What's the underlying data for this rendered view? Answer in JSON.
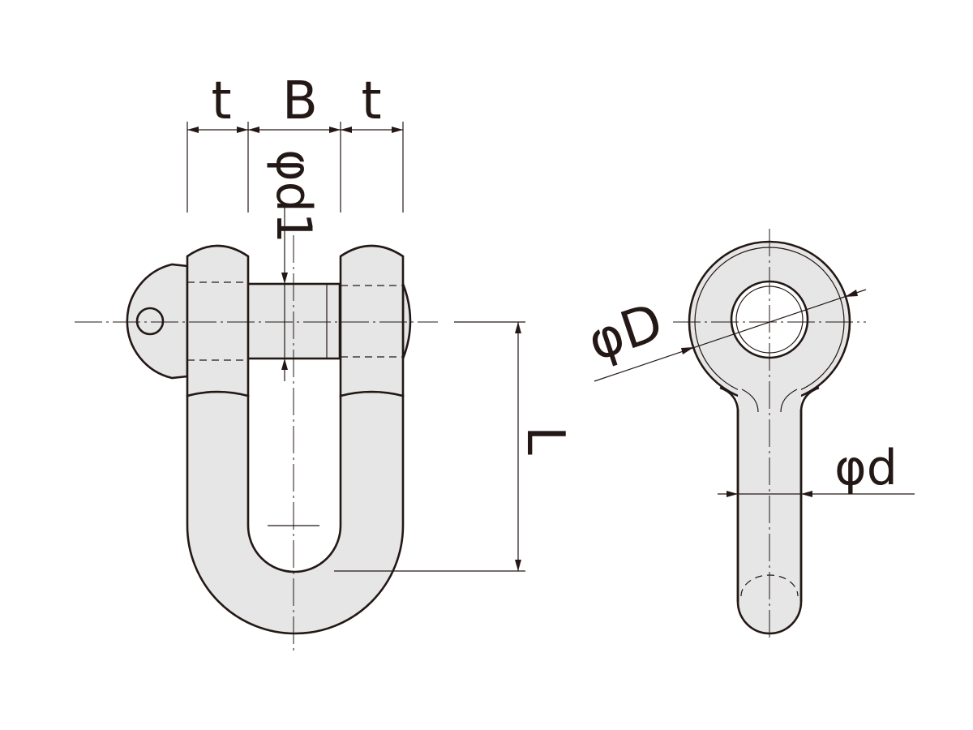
{
  "labels": {
    "t_left": "t",
    "b": "B",
    "t_right": "t",
    "phi_d1": "φd1",
    "l": "L",
    "phi_big_d": "φD",
    "phi_small_d": "φd"
  }
}
